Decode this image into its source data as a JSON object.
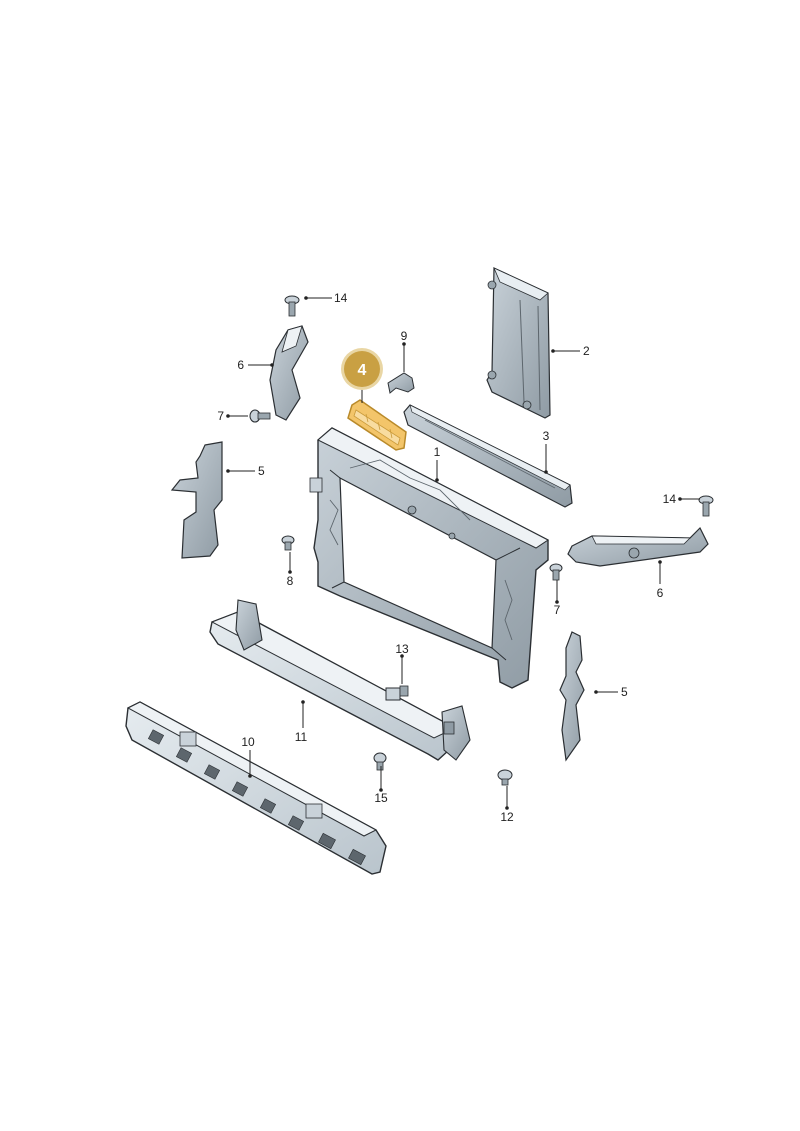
{
  "colors": {
    "part_fill": "#cdd6dd",
    "part_face": "#dfe6eb",
    "part_shadow": "#9aa6ae",
    "part_stroke": "#2b2f33",
    "highlight_fill": "#f3c56a",
    "highlight_stroke": "#b98a2a",
    "badge_fill": "#c9a043",
    "badge_ring": "#e9d6a4"
  },
  "highlighted_part": "4",
  "callouts": {
    "c1": "1",
    "c2": "2",
    "c3": "3",
    "c4": "4",
    "c5_left": "5",
    "c5_right": "5",
    "c6_left": "6",
    "c6_right": "6",
    "c7_left": "7",
    "c7_right": "7",
    "c8": "8",
    "c9": "9",
    "c10": "10",
    "c11": "11",
    "c12": "12",
    "c13": "13",
    "c14_left": "14",
    "c14_right": "14",
    "c15": "15"
  }
}
